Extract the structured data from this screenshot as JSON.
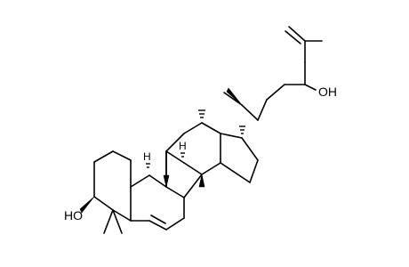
{
  "labels": {
    "hydroxyl_ring": "HO",
    "hydroxyl_chain": "OH",
    "h_c9": "H",
    "h_c8": "H"
  },
  "colors": {
    "ink": "#000000",
    "background": "#ffffff"
  }
}
